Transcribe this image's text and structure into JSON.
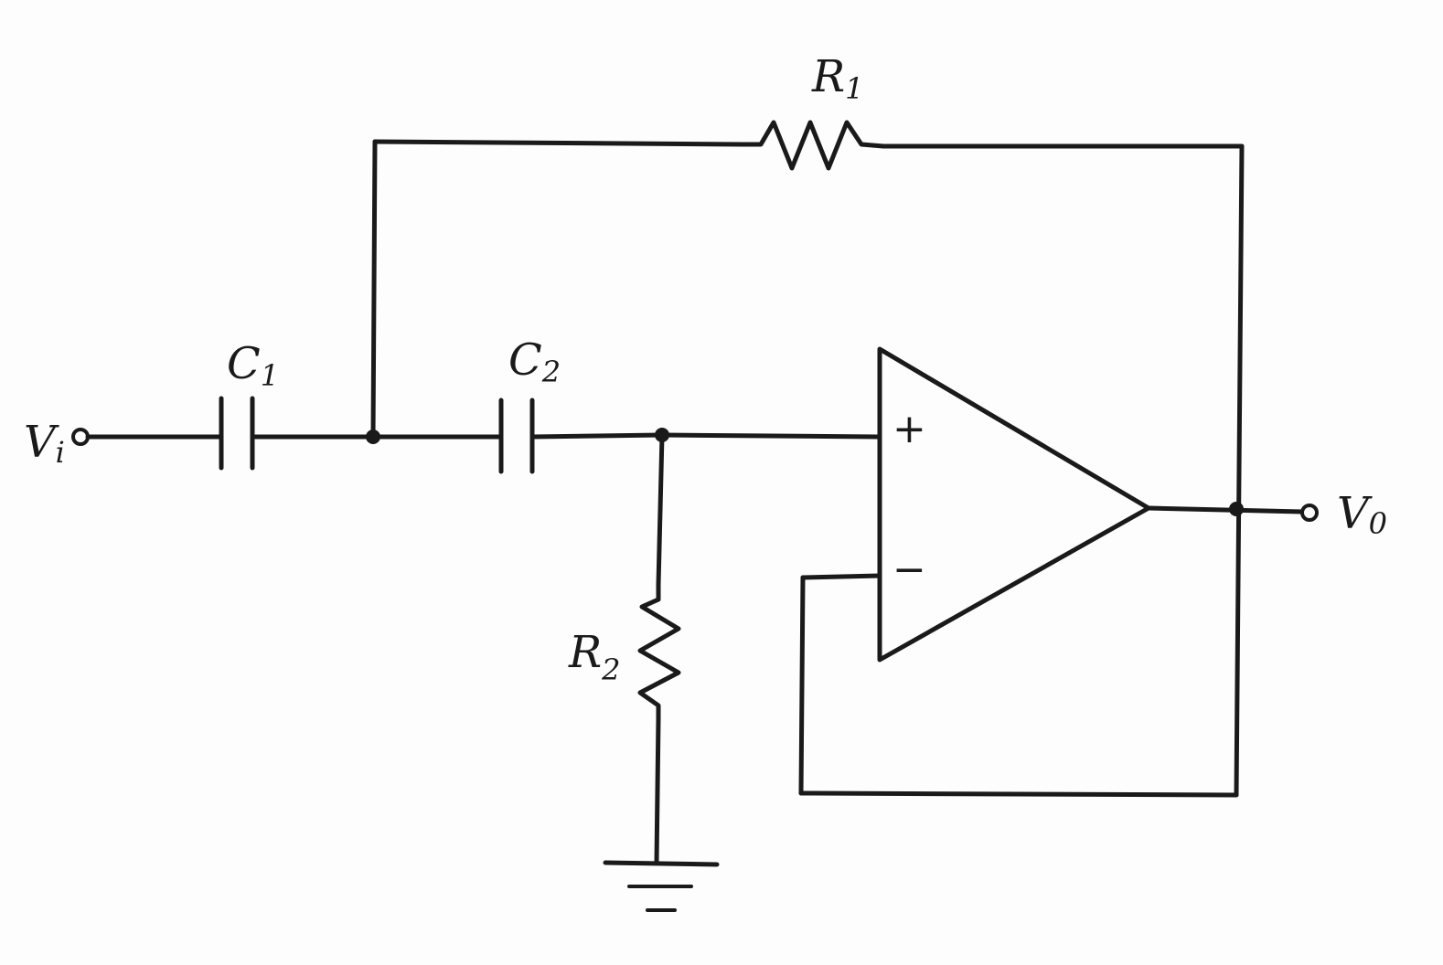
{
  "labels": {
    "r1": {
      "main": "R",
      "sub": "1"
    },
    "r2": {
      "main": "R",
      "sub": "2"
    },
    "c1": {
      "main": "C",
      "sub": "1"
    },
    "c2": {
      "main": "C",
      "sub": "2"
    },
    "vi": {
      "main": "V",
      "sub": "i"
    },
    "vo": {
      "main": "V",
      "sub": "0"
    },
    "plus": "+",
    "minus": "−"
  }
}
